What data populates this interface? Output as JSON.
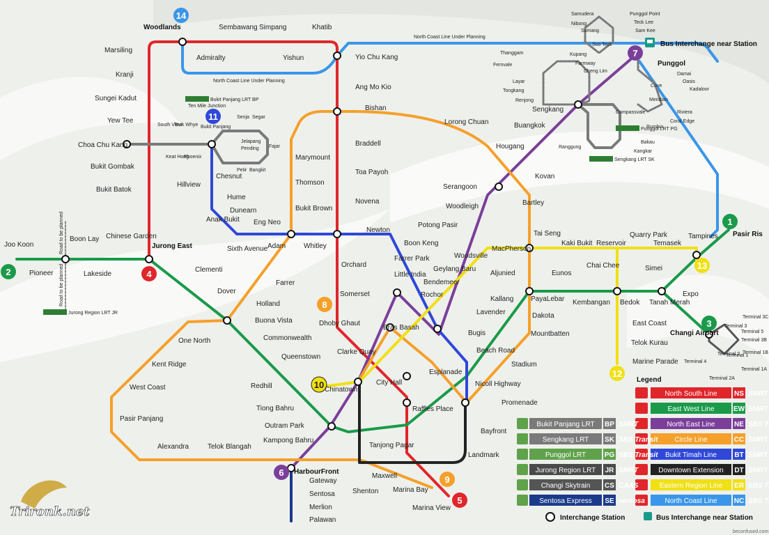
{
  "colors": {
    "ns": "#e0262b",
    "ew": "#1a9a4a",
    "ne": "#7b3f9a",
    "cc": "#f5a02a",
    "bt": "#2f48d8",
    "dt": "#222222",
    "er": "#f0e014",
    "nc": "#3a96e8",
    "bp": "#6f6f6f",
    "sk": "#7f7f7f",
    "pg": "#5fa24b",
    "jr": "#4a4a4a",
    "cs": "#555555",
    "se": "#1a3a8a"
  },
  "badges": [
    {
      "num": "1",
      "color": "#1a9a4a"
    },
    {
      "num": "2",
      "color": "#1a9a4a"
    },
    {
      "num": "3",
      "color": "#1a9a4a"
    },
    {
      "num": "4",
      "color": "#e0262b"
    },
    {
      "num": "5",
      "color": "#e0262b"
    },
    {
      "num": "6",
      "color": "#7b3f9a"
    },
    {
      "num": "7",
      "color": "#7b3f9a"
    },
    {
      "num": "8",
      "color": "#f5a02a"
    },
    {
      "num": "9",
      "color": "#f5a02a"
    },
    {
      "num": "10",
      "color": "#f0e014"
    },
    {
      "num": "11",
      "color": "#2f48d8"
    },
    {
      "num": "12",
      "color": "#f0e014"
    },
    {
      "num": "13",
      "color": "#f0e014"
    },
    {
      "num": "14",
      "color": "#3a96e8"
    }
  ],
  "stations": {
    "woodlands": "Woodlands",
    "sembawang": "Sembawang",
    "simpang": "Simpang",
    "khatib": "Khatib",
    "admiralty": "Admiralty",
    "yishun": "Yishun",
    "yio_chu_kang": "Yio Chu Kang",
    "ang_mo_kio": "Ang Mo Kio",
    "bishan": "Bishan",
    "braddell": "Braddell",
    "toa_payoh": "Toa Payoh",
    "novena": "Novena",
    "newton": "Newton",
    "orchard": "Orchard",
    "somerset": "Somerset",
    "dhoby_ghaut": "Dhoby Ghaut",
    "city_hall": "City Hall",
    "raffles_place": "Raffles Place",
    "marina_bay": "Marina Bay",
    "marina_view": "Marina View",
    "marsiling": "Marsiling",
    "kranji": "Kranji",
    "sungei_kadut": "Sungei Kadut",
    "yew_tee": "Yew Tee",
    "choa_chu_kang": "Choa Chu Kang",
    "bukit_gombak": "Bukit Gombak",
    "bukit_batok": "Bukit Batok",
    "jurong_east": "Jurong East",
    "joo_koon": "Joo Koon",
    "pioneer": "Pioneer",
    "boon_lay": "Boon Lay",
    "lakeside": "Lakeside",
    "chinese_garden": "Chinese Garden",
    "clementi": "Clementi",
    "dover": "Dover",
    "buona_vista": "Buona Vista",
    "commonwealth": "Commonwealth",
    "queenstown": "Queenstown",
    "redhill": "Redhill",
    "tiong_bahru": "Tiong Bahru",
    "outram_park": "Outram Park",
    "tanjong_pagar": "Tanjong Pagar",
    "bugis": "Bugis",
    "lavender": "Lavender",
    "kallang": "Kallang",
    "aljunied": "Aljunied",
    "paya_lebar": "PayaLebar",
    "eunos": "Eunos",
    "kembangan": "Kembangan",
    "bedok": "Bedok",
    "tanah_merah": "Tanah Merah",
    "simei": "Simei",
    "tampines": "Tampines",
    "pasir_ris": "Pasir Ris",
    "expo": "Expo",
    "changi_airport": "Changi Airport",
    "harbourfront": "HarbourFront",
    "chinatown": "Chinatown",
    "clarke_quay": "Clarke Quay",
    "little_india": "Little India",
    "farrer_park": "Farrer Park",
    "boon_keng": "Boon Keng",
    "potong_pasir": "Potong Pasir",
    "woodleigh": "Woodleigh",
    "serangoon": "Serangoon",
    "kovan": "Kovan",
    "hougang": "Hougang",
    "buangkok": "Buangkok",
    "sengkang": "Sengkang",
    "punggol": "Punggol",
    "marymount": "Marymount",
    "thomson": "Thomson",
    "bukit_brown": "Bukit Brown",
    "adam": "Adam",
    "whitley": "Whitley",
    "farrer": "Farrer",
    "holland": "Holland",
    "one_north": "One North",
    "kent_ridge": "Kent Ridge",
    "west_coast": "West Coast",
    "pasir_panjang": "Pasir Panjang",
    "alexandra": "Alexandra",
    "telok_blangah": "Telok Blangah",
    "kampong_bahru": "Kampong Bahru",
    "maxwell": "Maxwell",
    "shenton": "Shenton",
    "gateway": "Gateway",
    "sentosa": "Sentosa",
    "merlion": "Merlion",
    "palawan": "Palawan",
    "lorong_chuan": "Lorong Chuan",
    "bartley": "Bartley",
    "tai_seng": "Tai Seng",
    "macpherson": "MacPherson",
    "dakota": "Dakota",
    "mountbatten": "Mountbatten",
    "stadium": "Stadium",
    "nicoll_highway": "Nicoll Highway",
    "esplanade": "Esplanade",
    "promenade": "Promenade",
    "bras_basah": "Bras Basah",
    "bayfront": "Bayfront",
    "landmark": "Landmark",
    "beach_road": "Beach Road",
    "rochor": "Rochor",
    "bendemeer": "Bendemeer",
    "geylang_baru": "Geylang Baru",
    "woodsville": "Woodsville",
    "kaki_bukit": "Kaki Bukit",
    "reservoir": "Reservoir",
    "quarry_park": "Quarry Park",
    "temasek": "Temasek",
    "chai_chee": "Chai Chee",
    "east_coast": "East Coast",
    "telok_kurau": "Telok Kurau",
    "marine_parade": "Marine Parade",
    "hillview": "Hillview",
    "chesnut": "Chesnut",
    "hume": "Hume",
    "dunearn": "Dunearn",
    "anak_bukit": "Anak Bukit",
    "sixth_avenue": "Sixth Avenue",
    "eng_neo": "Eng Neo",
    "bukit_panjang": "Bukit Panjang",
    "senja": "Senja",
    "segar": "Segar",
    "jelapang": "Jelapang",
    "fajar": "Fajar",
    "pending": "Pending",
    "petir": "Petir",
    "bangkit": "Bangkit",
    "south_view": "South View",
    "teck_whye": "Teck Whye",
    "keat_hong": "Keat Hong",
    "phoenix": "Phoenix",
    "ten_mile_junction": "Ten Mile Junction",
    "compassvale": "Compassvale",
    "rumbia": "Rumbia",
    "bakau": "Bakau",
    "kangkar": "Kangkar",
    "ranggung": "Ranggung",
    "cheng_lim": "Cheng Lim",
    "farmway": "Farmway",
    "kupang": "Kupang",
    "thanggam": "Thanggam",
    "fernvale": "Fernvale",
    "layar": "Layar",
    "tongkang": "Tongkang",
    "renjong": "Renjong",
    "samudera": "Samudera",
    "nibong": "Nibong",
    "sumang": "Sumang",
    "soo_teck": "Soo Teck",
    "punggol_point": "Punggol Point",
    "teck_lee": "Teck Lee",
    "sam_kee": "Sam Kee",
    "cove": "Cove",
    "meridian": "Meridian",
    "coral_edge": "Coral Edge",
    "riviera": "Riviera",
    "kadaloor": "Kadaloor",
    "oasis": "Oasis",
    "damai": "Damai",
    "terminal_1": "Terminal 1",
    "terminal_2": "Terminal 2",
    "terminal_3": "Terminal 3",
    "terminal_1a": "Terminal 1A",
    "terminal_1b": "Terminal 1B",
    "terminal_2a": "Terminal 2A",
    "terminal_3b": "Terminal 3B",
    "terminal_3c": "Terminal 3C",
    "terminal_4": "Terminal 4",
    "terminal_5": "Terminal 5"
  },
  "planning_labels": {
    "nc_top": "North Coast Line Under Planning",
    "nc_bottom": "North Coast Line Under Planning",
    "road_planned_1": "Road to be planned",
    "road_planned_2": "Road to be planned"
  },
  "lrt_tags": {
    "bp": "Bukit Panjang LRT BP",
    "sk": "Sengkang LRT SK",
    "pg": "Punggol LRT PG",
    "jr": "Jurong Region LRT JR"
  },
  "top_legend": {
    "bus_interchange": "Bus Interchange near Station"
  },
  "legend": {
    "title": "Legend",
    "rail_lines": [
      {
        "name": "North South Line",
        "code": "NS",
        "color": "#e0262b",
        "operator": "SMRT"
      },
      {
        "name": "East West Line",
        "code": "EW",
        "color": "#1a9a4a",
        "operator": "SMRT"
      },
      {
        "name": "North East Line",
        "code": "NE",
        "color": "#7b3f9a",
        "operator": "SBS Transit"
      },
      {
        "name": "Circle Line",
        "code": "CC",
        "color": "#f5a02a",
        "operator": "SMRT"
      },
      {
        "name": "Bukit Timah Line",
        "code": "BT",
        "color": "#2f48d8",
        "operator": "SMRT"
      },
      {
        "name": "Downtown Extension",
        "code": "DT",
        "color": "#222222",
        "operator": "SMRT"
      },
      {
        "name": "Eastern Region Line",
        "code": "ER",
        "color": "#f0e014",
        "operator": "SBS Transit"
      },
      {
        "name": "North Coast Line",
        "code": "NC",
        "color": "#3a96e8",
        "operator": "SBS Transit"
      }
    ],
    "lrt_lines": [
      {
        "name": "Bukit Panjang LRT",
        "code": "BP",
        "color": "#7a7a7a",
        "operator": "SMRT"
      },
      {
        "name": "Sengkang LRT",
        "code": "SK",
        "color": "#7a7a7a",
        "operator": "SBS Transit"
      },
      {
        "name": "Punggol LRT",
        "code": "PG",
        "color": "#5fa24b",
        "operator": "SBS Transit"
      },
      {
        "name": "Jurong Region LRT",
        "code": "JR",
        "color": "#4a4a4a",
        "operator": "SMRT"
      },
      {
        "name": "Changi Skytrain",
        "code": "CS",
        "color": "#555555",
        "operator": "CAAS"
      },
      {
        "name": "Sentosa Express",
        "code": "SE",
        "color": "#1a3a8a",
        "operator": "sentosa"
      }
    ],
    "interchange": "Interchange Station",
    "bus_interchange": "Bus Interchange near Station"
  },
  "operators": {
    "smrt": "SMRT",
    "sbs": "SBS Transit",
    "caas": "CAAS",
    "sentosa": "sentosa"
  },
  "watermark": "Trironk.net",
  "credit": "beconfused.com"
}
